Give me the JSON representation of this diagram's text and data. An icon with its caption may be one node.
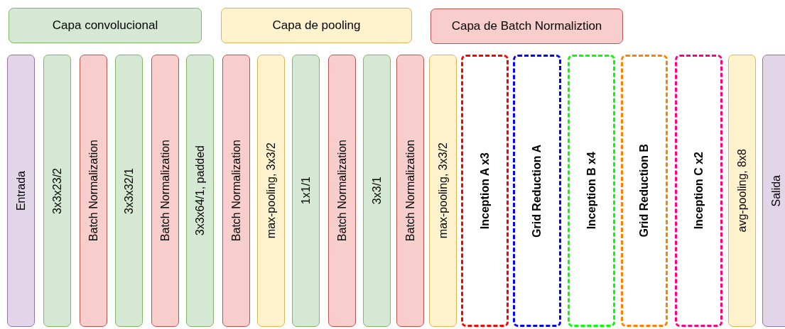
{
  "diagram": {
    "nodes": [
      {
        "text": [
          "Entrada"
        ]
      },
      {
        "text": [
          "3x3x23/2"
        ]
      },
      {
        "text": [
          "Batch Normalization"
        ]
      },
      {
        "text": [
          "3x3x32/1"
        ]
      },
      {
        "text": [
          "Batch Normalization"
        ]
      },
      {
        "text": [
          "3x3x64/1, padded"
        ]
      },
      {
        "text": [
          "Batch Normalization"
        ]
      },
      {
        "text": [
          "max-pooling, 3x3/2"
        ]
      },
      {
        "text": [
          "1x1/1"
        ]
      },
      {
        "text": [
          "Batch Normalization"
        ]
      },
      {
        "text": [
          "3x3/1"
        ]
      },
      {
        "text": [
          "Batch Normalization"
        ]
      },
      {
        "text": [
          "max-pooling, 3x3/2"
        ]
      },
      {
        "text": [
          "Inception A x3"
        ]
      },
      {
        "text": [
          "Grid Reduction A"
        ]
      },
      {
        "text": [
          "Inception B x4"
        ]
      },
      {
        "text": [
          "Grid Reduction B"
        ]
      },
      {
        "text": [
          "Inception C x2"
        ]
      },
      {
        "text": [
          "avg-pooling, 8x8"
        ]
      },
      {
        "text": [
          "Salida"
        ]
      }
    ],
    "legend": [
      {
        "text": "Capa convolucional",
        "color": "#d5e8d4"
      },
      {
        "text": "Capa de pooling",
        "color": "#fff2cc"
      },
      {
        "text": "Capa de Batch Normaliztion",
        "color": "#f8cecc"
      }
    ]
  }
}
